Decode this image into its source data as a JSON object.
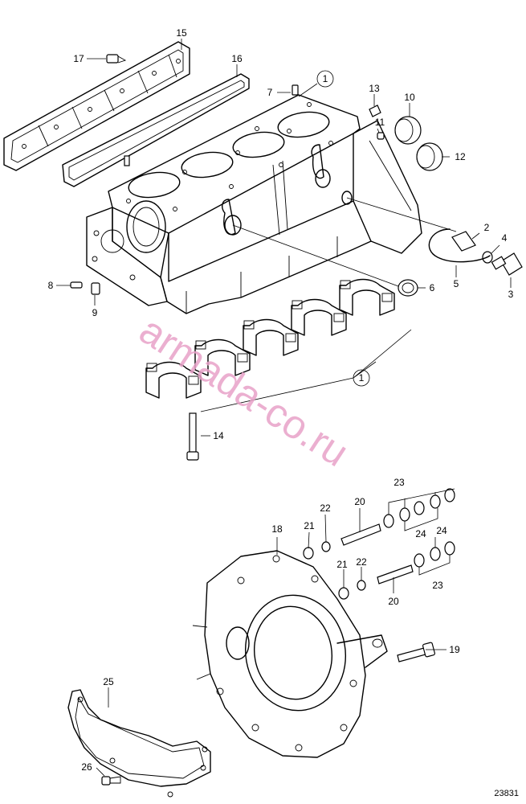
{
  "callouts": [
    {
      "label": "15"
    },
    {
      "label": "16"
    },
    {
      "label": "17"
    },
    {
      "label": "7"
    },
    {
      "label": "1"
    },
    {
      "label": "13"
    },
    {
      "label": "10"
    },
    {
      "label": "11"
    },
    {
      "label": "12"
    },
    {
      "label": "2"
    },
    {
      "label": "4"
    },
    {
      "label": "5"
    },
    {
      "label": "3"
    },
    {
      "label": "6"
    },
    {
      "label": "8"
    },
    {
      "label": "9"
    },
    {
      "label": "1"
    },
    {
      "label": "14"
    },
    {
      "label": "23"
    },
    {
      "label": "22"
    },
    {
      "label": "20"
    },
    {
      "label": "18"
    },
    {
      "label": "21"
    },
    {
      "label": "24"
    },
    {
      "label": "24"
    },
    {
      "label": "21"
    },
    {
      "label": "22"
    },
    {
      "label": "23"
    },
    {
      "label": "20"
    },
    {
      "label": "19"
    },
    {
      "label": "25"
    },
    {
      "label": "26"
    }
  ],
  "reference_number": "23831",
  "watermark": "armada-co.ru",
  "colors": {
    "line": "#000000",
    "watermark": "#e8a2c8",
    "background": "#ffffff"
  }
}
